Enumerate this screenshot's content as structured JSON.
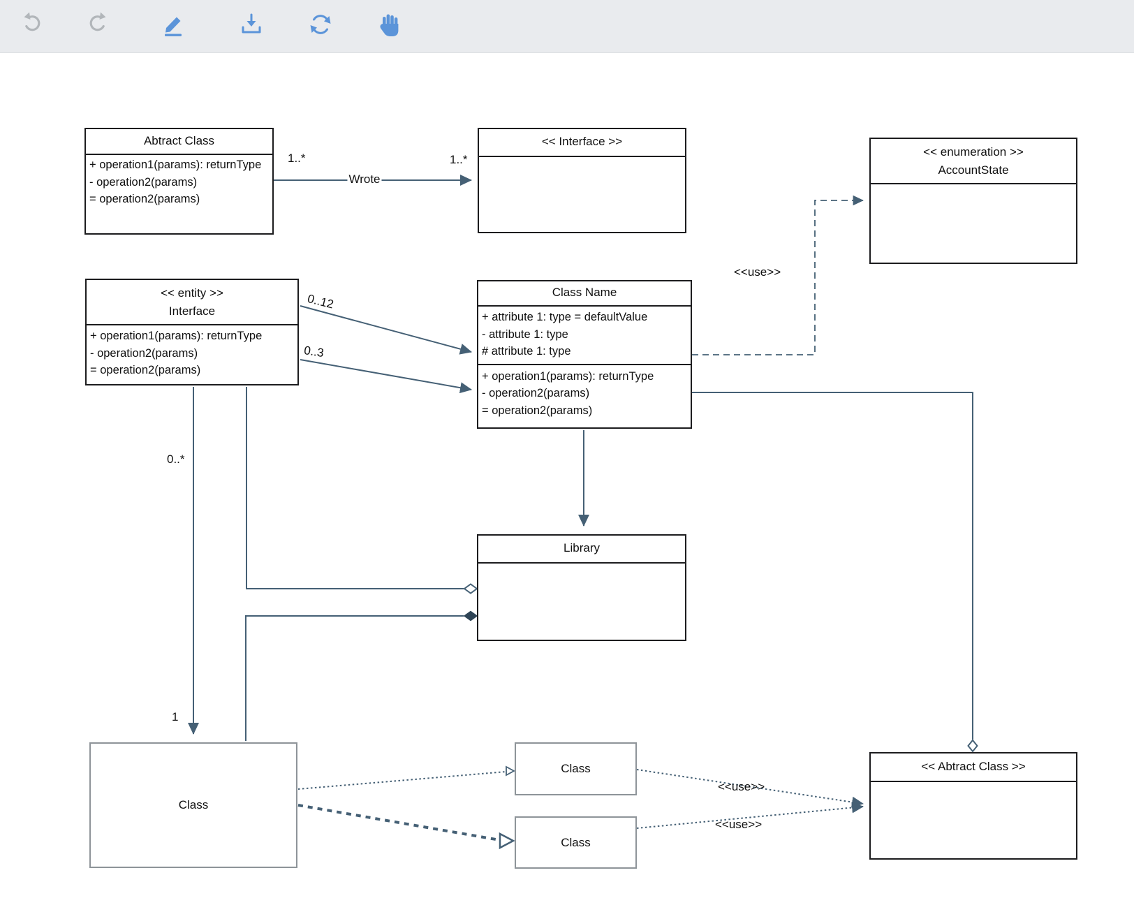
{
  "toolbar": {
    "icons": [
      {
        "name": "undo"
      },
      {
        "name": "redo"
      },
      {
        "name": "edit"
      },
      {
        "name": "download"
      },
      {
        "name": "refresh"
      },
      {
        "name": "pan"
      }
    ]
  },
  "diagram": {
    "boxes": {
      "abstract_top": {
        "title": "Abtract Class",
        "ops": [
          "+ operation1(params): returnType",
          "- operation2(params)",
          "= operation2(params)"
        ]
      },
      "interface_top": {
        "title": "<< Interface >>"
      },
      "enumeration": {
        "stereotype": "<< enumeration >>",
        "name": "AccountState"
      },
      "entity": {
        "stereotype": "<< entity >>",
        "name": "Interface",
        "ops": [
          "+ operation1(params): returnType",
          "- operation2(params)",
          "= operation2(params)"
        ]
      },
      "class_name": {
        "title": "Class Name",
        "attributes": [
          "+ attribute 1: type = defaultValue",
          "- attribute 1: type",
          "# attribute 1: type"
        ],
        "ops": [
          "+ operation1(params): returnType",
          "- operation2(params)",
          "= operation2(params)"
        ]
      },
      "library": {
        "title": "Library"
      },
      "class_big": {
        "title": "Class"
      },
      "class_mid_top": {
        "title": "Class"
      },
      "class_mid_bottom": {
        "title": "Class"
      },
      "abstract_bottom": {
        "title": "<< Abtract Class >>"
      }
    },
    "labels": {
      "wrote": "Wrote",
      "mult_src": "1..*",
      "mult_dst": "1..*",
      "mult_0_12": "0..12",
      "mult_0_3": "0..3",
      "mult_0_star": "0..*",
      "mult_1": "1",
      "use_enum": "<<use>>",
      "use_upper": "<<use>>",
      "use_lower": "<<use>>"
    },
    "colors": {
      "edge": "#456075",
      "accent_blue": "#5b94d9",
      "icon_gray": "#b2b6ba"
    }
  }
}
